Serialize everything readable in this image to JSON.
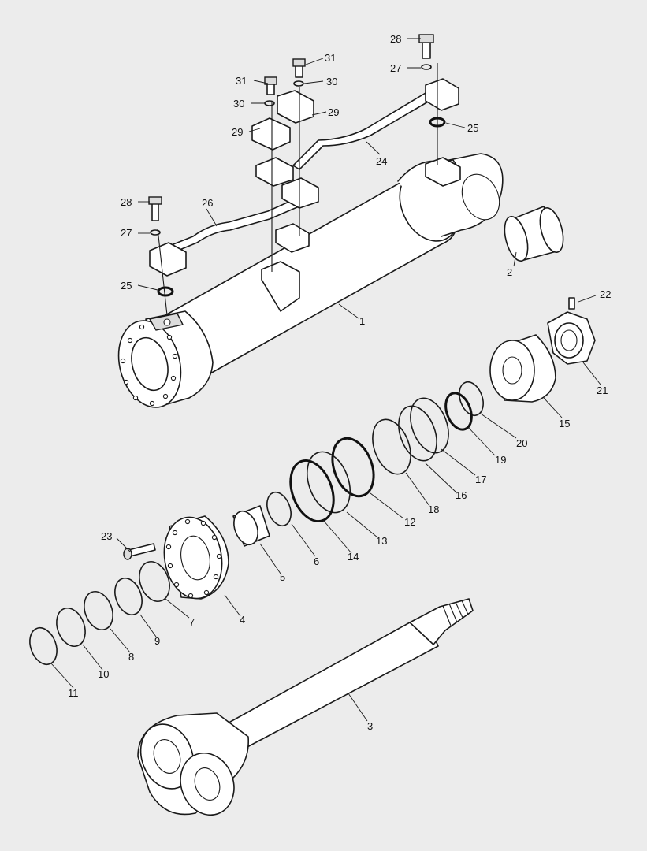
{
  "diagram": {
    "background": "#ececec",
    "line_color": "#1a1a1a",
    "parts": [
      {
        "id": "1",
        "name": "cylinder-tube"
      },
      {
        "id": "2",
        "name": "bushing"
      },
      {
        "id": "3",
        "name": "piston-rod"
      },
      {
        "id": "4",
        "name": "cylinder-head"
      },
      {
        "id": "5",
        "name": "rod-bushing"
      },
      {
        "id": "6",
        "name": "snap-ring"
      },
      {
        "id": "7",
        "name": "rod-seal"
      },
      {
        "id": "8",
        "name": "backup-ring"
      },
      {
        "id": "9",
        "name": "buffer-ring"
      },
      {
        "id": "10",
        "name": "dust-wiper"
      },
      {
        "id": "11",
        "name": "retaining-ring"
      },
      {
        "id": "12",
        "name": "backup-ring"
      },
      {
        "id": "13",
        "name": "o-ring"
      },
      {
        "id": "14",
        "name": "o-ring"
      },
      {
        "id": "15",
        "name": "piston"
      },
      {
        "id": "16",
        "name": "piston-seal"
      },
      {
        "id": "17",
        "name": "wear-ring"
      },
      {
        "id": "18",
        "name": "wear-ring"
      },
      {
        "id": "19",
        "name": "o-ring"
      },
      {
        "id": "20",
        "name": "backup-ring"
      },
      {
        "id": "21",
        "name": "piston-nut"
      },
      {
        "id": "22",
        "name": "set-screw"
      },
      {
        "id": "23",
        "name": "socket-head-bolt"
      },
      {
        "id": "24",
        "name": "pipe"
      },
      {
        "id": "25",
        "name": "o-ring"
      },
      {
        "id": "26",
        "name": "pipe"
      },
      {
        "id": "27",
        "name": "washer"
      },
      {
        "id": "28",
        "name": "bolt"
      },
      {
        "id": "29",
        "name": "clamp"
      },
      {
        "id": "30",
        "name": "washer"
      },
      {
        "id": "31",
        "name": "bolt"
      }
    ],
    "callouts": [
      {
        "label": "28"
      },
      {
        "label": "27"
      },
      {
        "label": "31"
      },
      {
        "label": "31"
      },
      {
        "label": "30"
      },
      {
        "label": "30"
      },
      {
        "label": "29"
      },
      {
        "label": "29"
      },
      {
        "label": "25"
      },
      {
        "label": "24"
      },
      {
        "label": "28"
      },
      {
        "label": "26"
      },
      {
        "label": "27"
      },
      {
        "label": "2"
      },
      {
        "label": "25"
      },
      {
        "label": "1"
      },
      {
        "label": "22"
      },
      {
        "label": "21"
      },
      {
        "label": "15"
      },
      {
        "label": "20"
      },
      {
        "label": "19"
      },
      {
        "label": "17"
      },
      {
        "label": "16"
      },
      {
        "label": "18"
      },
      {
        "label": "12"
      },
      {
        "label": "13"
      },
      {
        "label": "14"
      },
      {
        "label": "6"
      },
      {
        "label": "5"
      },
      {
        "label": "23"
      },
      {
        "label": "4"
      },
      {
        "label": "7"
      },
      {
        "label": "9"
      },
      {
        "label": "8"
      },
      {
        "label": "10"
      },
      {
        "label": "11"
      },
      {
        "label": "3"
      }
    ]
  }
}
